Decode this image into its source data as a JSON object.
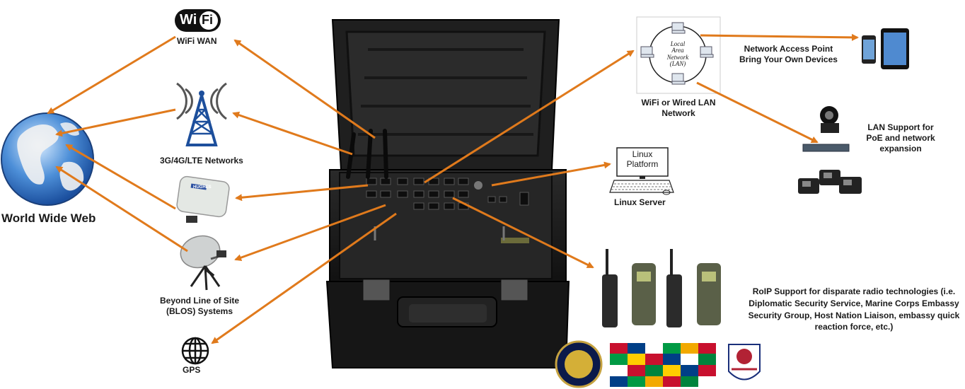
{
  "labels": {
    "world_wide_web": "World Wide Web",
    "wifi_wan": "WiFi WAN",
    "wifi_logo_text_a": "Wi",
    "wifi_logo_text_b": "Fi",
    "cellular": "3G/4G/LTE Networks",
    "blos_line1": "Beyond Line of Site",
    "blos_line2": "(BLOS) Systems",
    "gps": "GPS",
    "lan_network_line1": "WiFi or Wired LAN",
    "lan_network_line2": "Network",
    "lan_center_line1": "Local",
    "lan_center_line2": "Area",
    "lan_center_line3": "Network",
    "lan_center_line4": "(LAN)",
    "access_point_line1": "Network Access Point",
    "access_point_line2": "Bring Your Own Devices",
    "poe_line1": "LAN Support for",
    "poe_line2": "PoE and network",
    "poe_line3": "expansion",
    "linux_screen_line1": "Linux",
    "linux_screen_line2": "Platform",
    "linux_server": "Linux Server",
    "roip_line1": "RoIP Support for disparate radio technologies (i.e.",
    "roip_line2": "Diplomatic Security Service, Marine Corps Embassy",
    "roip_line3": "Security Group, Host Nation Liaison, embassy quick",
    "roip_line4": "reaction force, etc.)",
    "satellite_terminal_text": "HUGHES"
  },
  "colors": {
    "arrow": "#e07a1c",
    "case": "#1c1c1c",
    "globe": "#3a78c8",
    "tower": "#1d4f9c"
  }
}
